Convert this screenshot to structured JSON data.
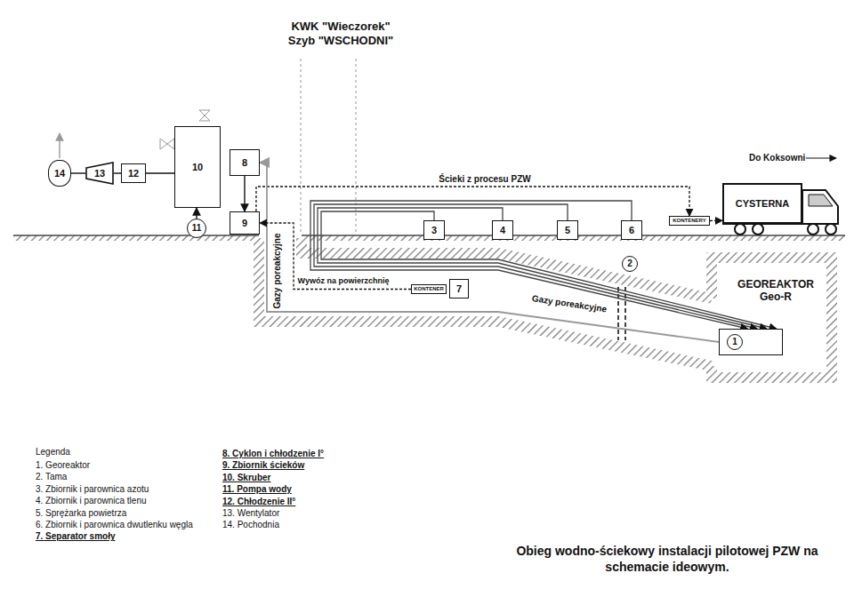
{
  "diagram": {
    "title": "KWK \"Wieczorek\" Szyb \"WSCHODNI\"",
    "caption": "Obieg wodno-ściekowy instalacji pilotowej PZW na schemacie ideowym.",
    "nodes": [
      {
        "text": [
          "14"
        ]
      },
      {
        "text": [
          "13"
        ]
      },
      {
        "text": [
          "12"
        ]
      },
      {
        "text": [
          "10"
        ]
      },
      {
        "text": [
          "8"
        ]
      },
      {
        "text": [
          "11"
        ]
      },
      {
        "text": [
          "9"
        ]
      },
      {
        "text": [
          "CYSTERNA"
        ]
      },
      {
        "text": [
          "KONTENERY"
        ]
      },
      {
        "text": [
          "3"
        ]
      },
      {
        "text": [
          "4"
        ]
      },
      {
        "text": [
          "5"
        ]
      },
      {
        "text": [
          "6"
        ]
      },
      {
        "text": [
          "KONTENER"
        ]
      },
      {
        "text": [
          "7"
        ]
      },
      {
        "text": [
          "2"
        ]
      },
      {
        "text": [
          "GEOREAKTOR Geo-R"
        ]
      },
      {
        "text": [
          "1"
        ],
        "in": 16
      }
    ],
    "edges": [
      {
        "from": 1,
        "to": 0,
        "arrow": "none"
      },
      {
        "from": 2,
        "to": 1,
        "arrow": "none"
      },
      {
        "from": 3,
        "to": 2,
        "arrow": "none"
      },
      {
        "from": 5,
        "to": 3,
        "arrow": "to"
      },
      {
        "from": 4,
        "to": 6,
        "arrow": "to"
      },
      {
        "from": 6,
        "to": 8,
        "label": "Ścieki z procesu PZW",
        "arrow": "to"
      },
      {
        "from": 8,
        "to": 7,
        "arrow": "to"
      },
      {
        "from": 9,
        "to": 17,
        "arrow": "to"
      },
      {
        "from": 10,
        "to": 17,
        "arrow": "to"
      },
      {
        "from": 11,
        "to": 17,
        "arrow": "to"
      },
      {
        "from": 12,
        "to": 17,
        "arrow": "to"
      },
      {
        "from": 17,
        "to": 4,
        "arrow": "to"
      },
      {
        "from": 13,
        "to": 6,
        "label": "Wywóz na powierzchnię",
        "arrow": "to"
      }
    ],
    "labels": [
      "Do Koksowni",
      "Gazy poreakcyjne",
      "Gazy poreakcyjne",
      "Legenda"
    ],
    "legend": [
      {
        "text": "1. Georeaktor"
      },
      {
        "text": "2. Tama"
      },
      {
        "text": "3. Zbiornik i parownica azotu"
      },
      {
        "text": "4. Zbiornik i parownica tlenu"
      },
      {
        "text": "5. Sprężarka powietrza"
      },
      {
        "text": "6. Zbiornik i parownica dwutlenku węgla"
      },
      {
        "text": "7. Separator smoły"
      },
      {
        "text": "8. Cyklon i chłodzenie I°"
      },
      {
        "text": "9. Zbiornik ścieków"
      },
      {
        "text": "10. Skruber"
      },
      {
        "text": "11. Pompa wody"
      },
      {
        "text": "12. Chłodzenie II°"
      },
      {
        "text": "13. Wentylator"
      },
      {
        "text": "14. Pochodnia"
      }
    ]
  }
}
